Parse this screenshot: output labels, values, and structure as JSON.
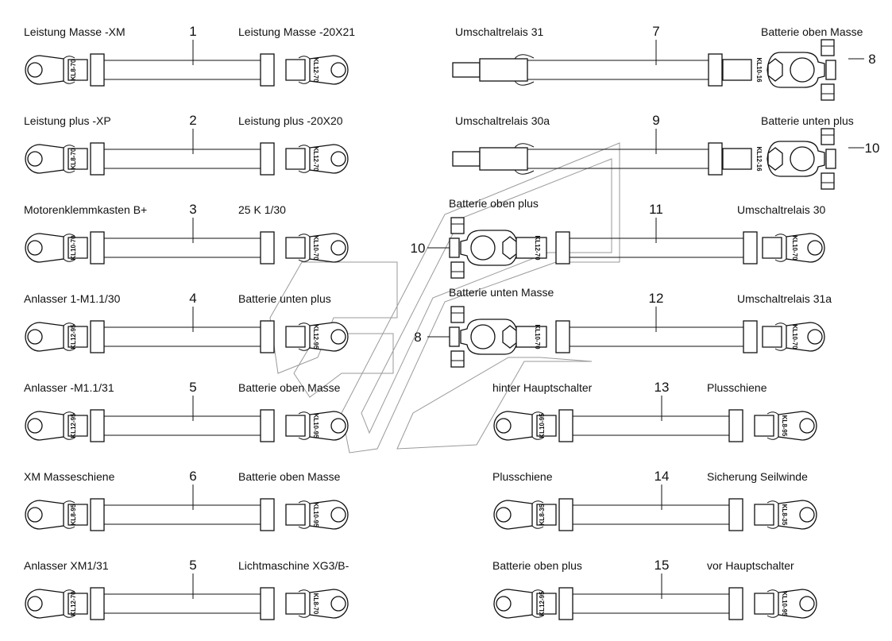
{
  "cables": [
    {
      "number": "1",
      "left_label": "Leistung Masse -XM",
      "right_label": "Leistung Masse -20X21",
      "left_terminal": "KL8-70",
      "right_terminal": "KL12-70"
    },
    {
      "number": "2",
      "left_label": "Leistung plus -XP",
      "right_label": "Leistung plus -20X20",
      "left_terminal": "KL8-70",
      "right_terminal": "KL12-70"
    },
    {
      "number": "3",
      "left_label": "Motorenklemmkasten B+",
      "right_label": "25 K 1/30",
      "left_terminal": "KL10-70",
      "right_terminal": "KL10-70"
    },
    {
      "number": "4",
      "left_label": "Anlasser 1-M1.1/30",
      "right_label": "Batterie unten plus",
      "left_terminal": "KL12-95",
      "right_terminal": "KL12-95"
    },
    {
      "number": "5",
      "left_label": "Anlasser -M1.1/31",
      "right_label": "Batterie oben Masse",
      "left_terminal": "KL12-95",
      "right_terminal": "KL10-95"
    },
    {
      "number": "6",
      "left_label": "XM Masseschiene",
      "right_label": "Batterie oben Masse",
      "left_terminal": "KL8-95",
      "right_terminal": "KL10-95"
    },
    {
      "number": "5",
      "left_label": "Anlasser XM1/31",
      "right_label": "Lichtmaschine XG3/B-",
      "left_terminal": "KL12-70",
      "right_terminal": "KL8-70"
    },
    {
      "number": "7",
      "left_label": "Umschaltrelais 31",
      "right_label": "Batterie oben Masse",
      "clamp_terminal": "KL10-16",
      "clamp_callout": "8"
    },
    {
      "number": "9",
      "left_label": "Umschaltrelais 30a",
      "right_label": "Batterie unten plus",
      "clamp_terminal": "KL12-16",
      "clamp_callout": "10"
    },
    {
      "number": "11",
      "left_label": "Batterie oben plus",
      "right_label": "Umschaltrelais 30",
      "clamp_terminal": "KL12-70",
      "clamp_callout": "10",
      "right_terminal": "KL10-70"
    },
    {
      "number": "12",
      "left_label": "Batterie unten Masse",
      "right_label": "Umschaltrelais 31a",
      "clamp_terminal": "KL10-70",
      "clamp_callout": "8",
      "right_terminal": "KL10-70"
    },
    {
      "number": "13",
      "left_label": "hinter Hauptschalter",
      "right_label": "Plusschiene",
      "left_terminal": "KL10-95",
      "right_terminal": "KL8-95"
    },
    {
      "number": "14",
      "left_label": "Plusschiene",
      "right_label": "Sicherung Seilwinde",
      "left_terminal": "KL8-35",
      "right_terminal": "KL8-35"
    },
    {
      "number": "15",
      "left_label": "Batterie oben plus",
      "right_label": "vor Hauptschalter",
      "left_terminal": "KL12-95",
      "right_terminal": "KL10-95"
    }
  ]
}
